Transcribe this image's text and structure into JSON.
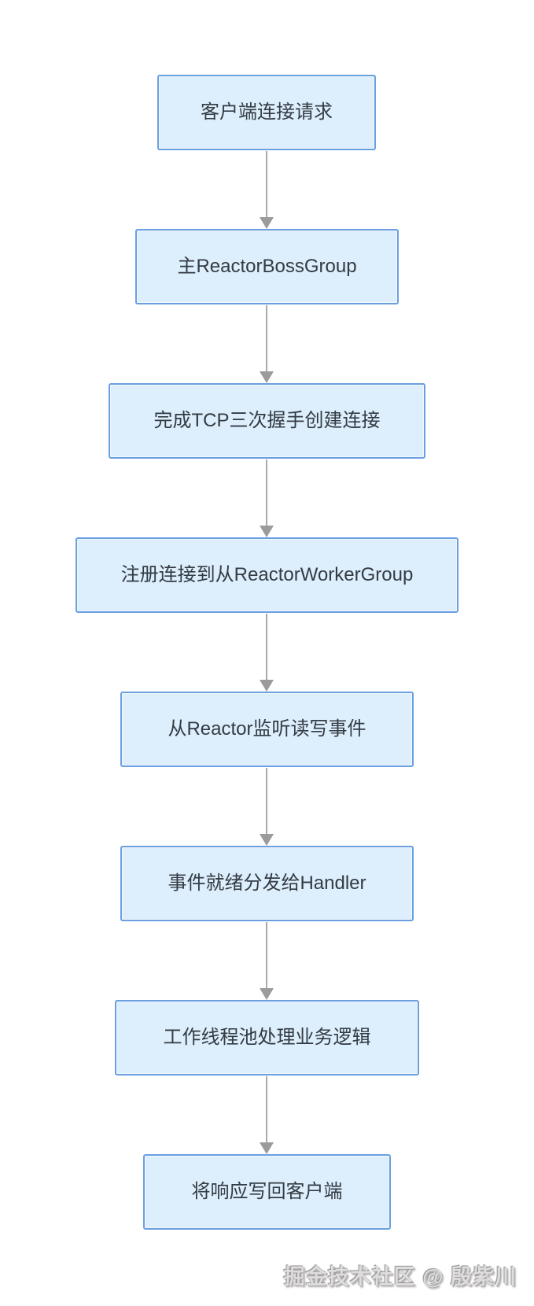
{
  "diagram": {
    "type": "flowchart",
    "direction": "top-down",
    "nodes": [
      {
        "label": "客户端连接请求"
      },
      {
        "label": "主ReactorBossGroup"
      },
      {
        "label": "完成TCP三次握手创建连接"
      },
      {
        "label": "注册连接到从ReactorWorkerGroup"
      },
      {
        "label": "从Reactor监听读写事件"
      },
      {
        "label": "事件就绪分发给Handler"
      },
      {
        "label": "工作线程池处理业务逻辑"
      },
      {
        "label": "将响应写回客户端"
      }
    ],
    "edges": [
      {
        "from": 0,
        "to": 1
      },
      {
        "from": 1,
        "to": 2
      },
      {
        "from": 2,
        "to": 3
      },
      {
        "from": 3,
        "to": 4
      },
      {
        "from": 4,
        "to": 5
      },
      {
        "from": 5,
        "to": 6
      },
      {
        "from": 6,
        "to": 7
      }
    ]
  },
  "watermark": {
    "text": "掘金技术社区 @ 殷紫川"
  },
  "colors": {
    "background": "#ffffff",
    "node_fill": "#ddeefc",
    "node_border": "#6b9fe0",
    "node_text": "#333b43",
    "arrow": "#9b9b9b",
    "watermark": "#aaa8a8"
  }
}
